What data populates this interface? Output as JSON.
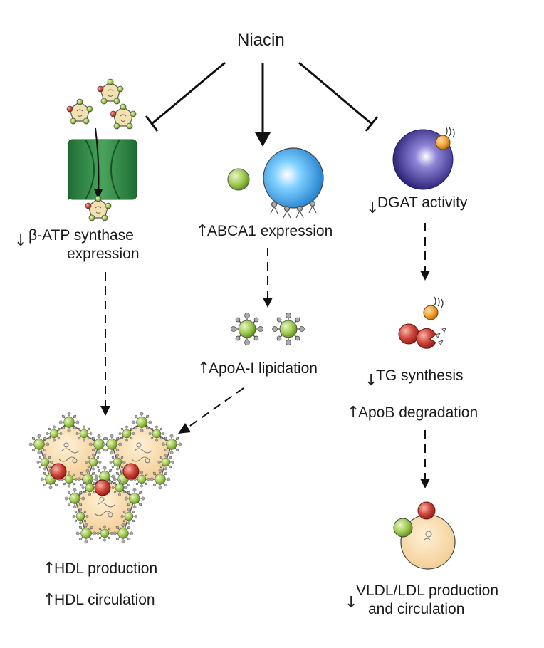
{
  "root": {
    "label": "Niacin"
  },
  "branches": {
    "left": {
      "label_line1": "β-ATP synthase",
      "label_line2": "expression",
      "direction": "down"
    },
    "middle": {
      "label": "ABCA1 expression",
      "direction": "up",
      "step2_label": "ApoA-I lipidation",
      "step2_direction": "up"
    },
    "right": {
      "label": "DGAT activity",
      "direction": "down",
      "step2_label": "TG synthesis",
      "step2_direction": "down",
      "step3_label": "ApoB degradation",
      "step3_direction": "up",
      "step4_line1": "VLDL/LDL production",
      "step4_line2": "and circulation",
      "step4_direction": "down"
    }
  },
  "outcomes": {
    "hdl_production": "HDL production",
    "hdl_production_direction": "up",
    "hdl_circulation": "HDL circulation",
    "hdl_circulation_direction": "up"
  },
  "glyphs": {
    "up": "↑",
    "down": "↓"
  },
  "colors": {
    "green_membrane": "#2f8a47",
    "green_particle": "#9cc84a",
    "red_particle": "#d0433a",
    "orange_particle": "#f0a030",
    "blue_cell": "#2a9ae0",
    "purple_cell": "#3a2f8a",
    "hdl_core": "#f6d9a6"
  }
}
